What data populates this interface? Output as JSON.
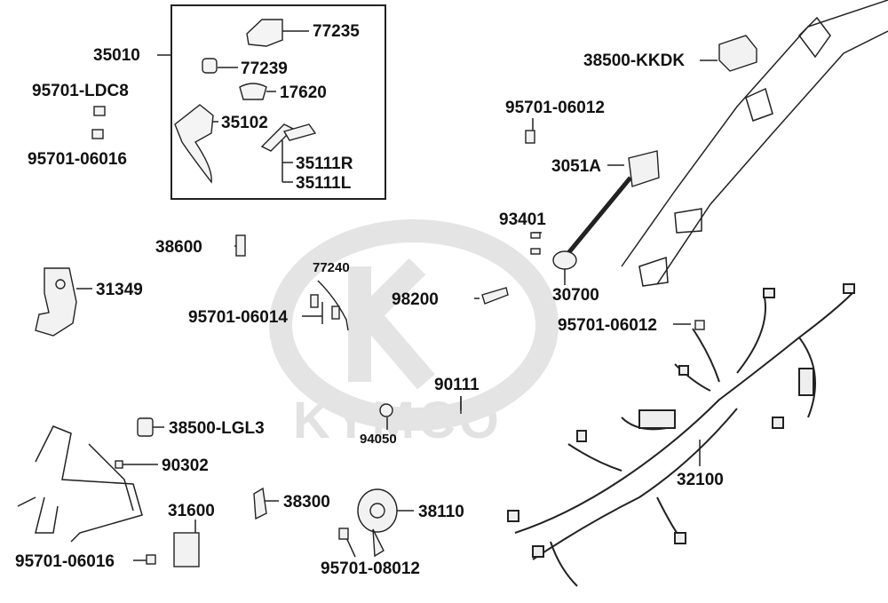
{
  "watermark": {
    "brand": "KYMCO"
  },
  "callouts": {
    "p35010": "35010",
    "p77235": "77235",
    "p77239": "77239",
    "p17620": "17620",
    "p35102": "35102",
    "p35111R": "35111R",
    "p35111L": "35111L",
    "p95701_ldc8": "95701-LDC8",
    "p95701_06016_a": "95701-06016",
    "p38500_kkdk": "38500-KKDK",
    "p95701_06012_a": "95701-06012",
    "p3051A": "3051A",
    "p93401": "93401",
    "p30700": "30700",
    "p38600": "38600",
    "p77240": "77240",
    "p31349": "31349",
    "p98200": "98200",
    "p95701_06014": "95701-06014",
    "p95701_06012_b": "95701-06012",
    "p90111": "90111",
    "p94050": "94050",
    "p38500_lgl3": "38500-LGL3",
    "p90302": "90302",
    "p32100": "32100",
    "p31600": "31600",
    "p38300": "38300",
    "p38110": "38110",
    "p95701_06016_b": "95701-06016",
    "p95701_08012": "95701-08012"
  },
  "colors": {
    "line": "#222222",
    "watermark": "#e0e0e0"
  }
}
